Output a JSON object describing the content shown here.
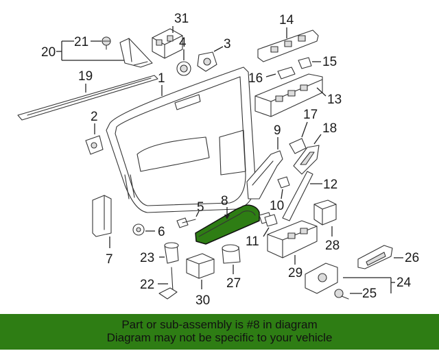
{
  "callouts": {
    "c1": "1",
    "c2": "2",
    "c3": "3",
    "c4": "4",
    "c5": "5",
    "c6": "6",
    "c7": "7",
    "c8": "8",
    "c9": "9",
    "c10": "10",
    "c11": "11",
    "c12": "12",
    "c13": "13",
    "c14": "14",
    "c15": "15",
    "c16": "16",
    "c17": "17",
    "c18": "18",
    "c19": "19",
    "c20": "20",
    "c21": "21",
    "c22": "22",
    "c23": "23",
    "c24": "24",
    "c25": "25",
    "c26": "26",
    "c27": "27",
    "c28": "28",
    "c29": "29",
    "c30": "30",
    "c31": "31"
  },
  "highlighted_part": "8",
  "colors": {
    "highlight": "#2e7d14",
    "banner": "#2e7d14"
  },
  "banner": {
    "line1": "Part or sub-assembly is #8 in diagram",
    "line2": "Diagram may not be specific to your vehicle"
  }
}
